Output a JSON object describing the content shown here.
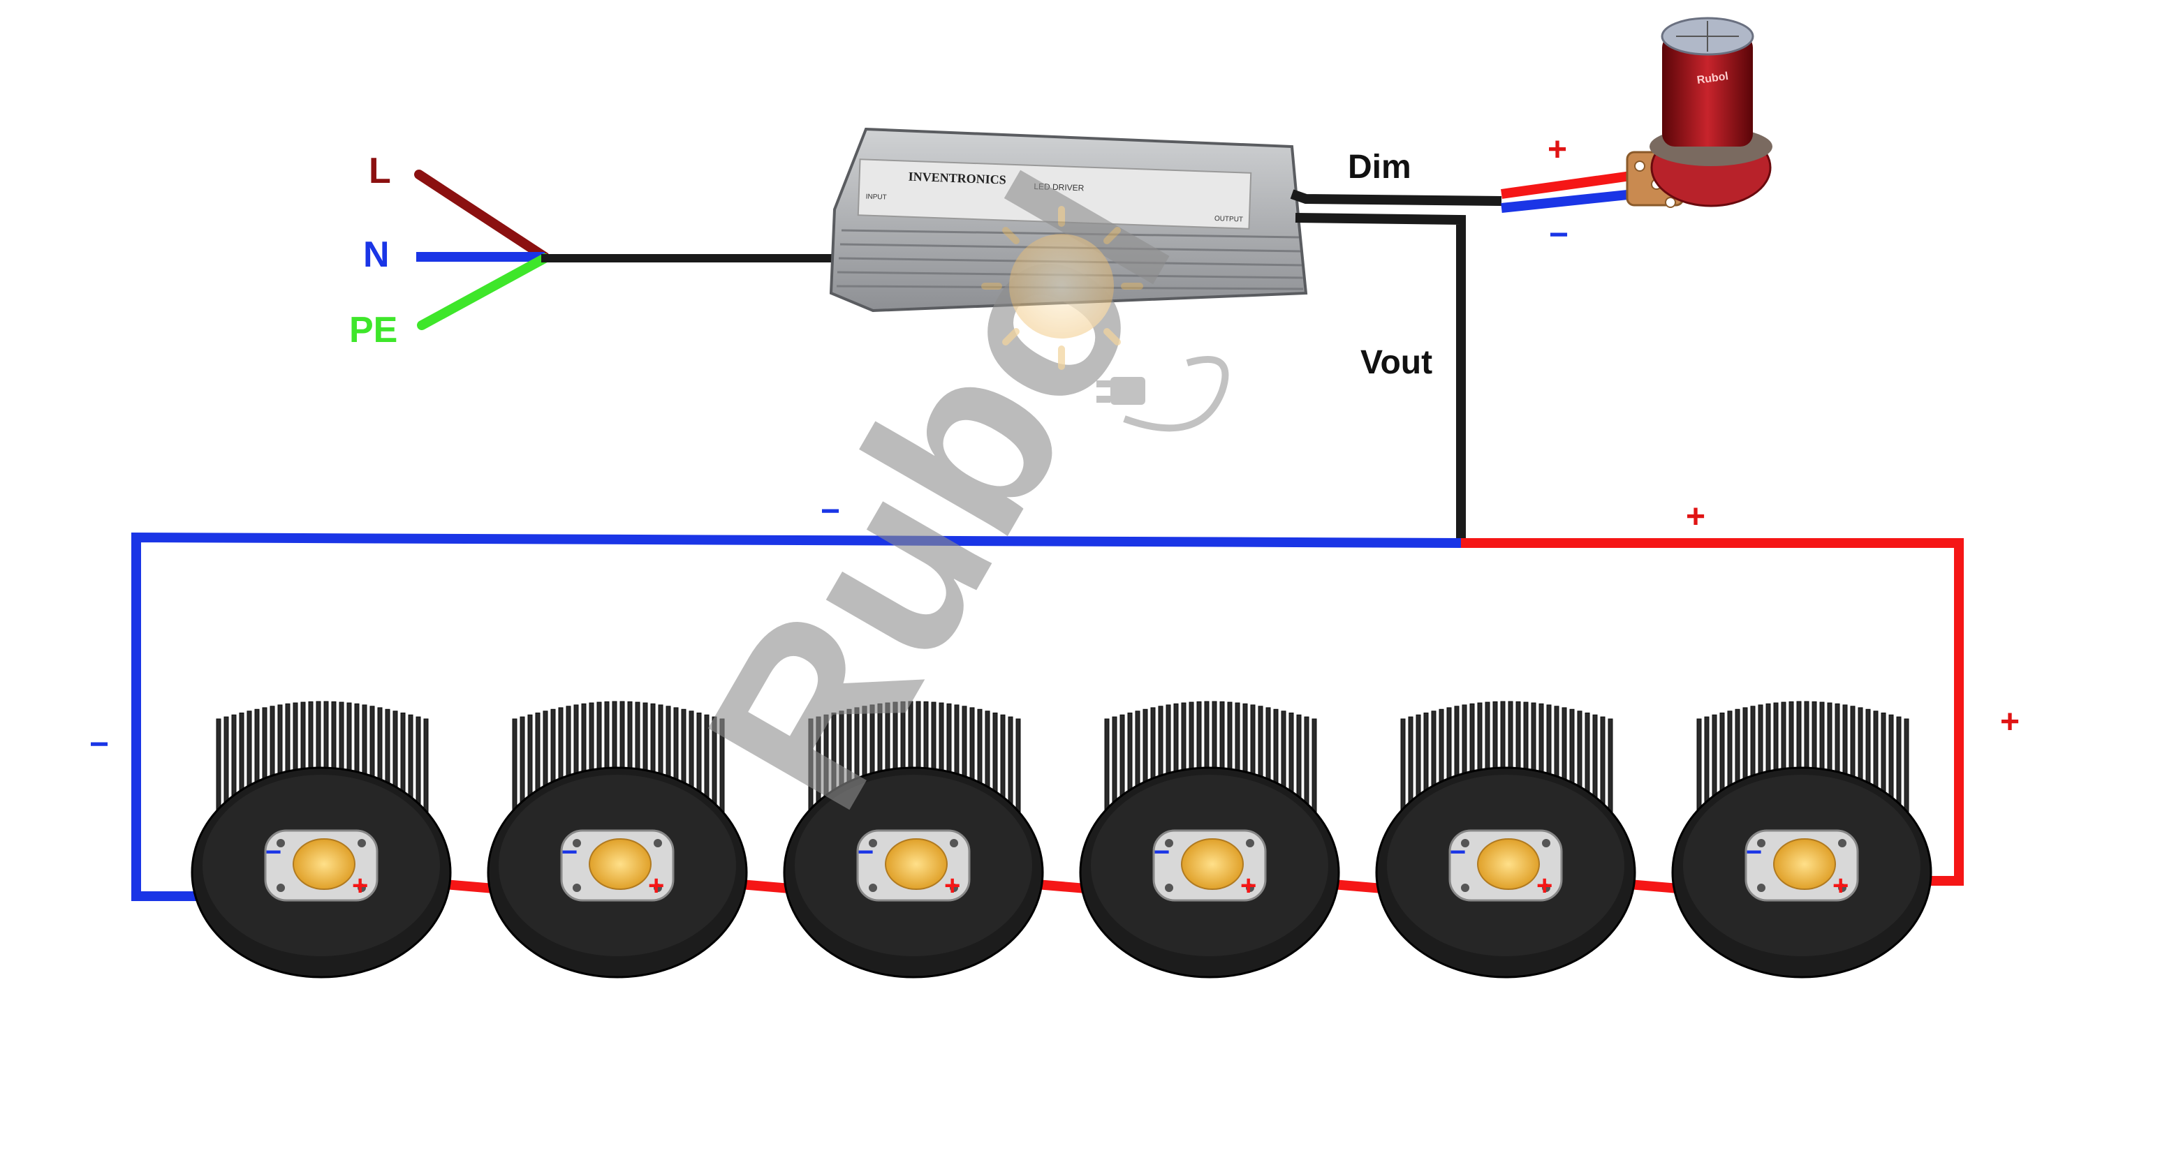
{
  "labels": {
    "live": "L",
    "neutral": "N",
    "earth": "PE",
    "dim": "Dim",
    "vout": "Vout",
    "plus": "+",
    "minus": "−"
  },
  "driver": {
    "brand": "INVENTRONICS",
    "type_label": "LED DRIVER",
    "input_label": "INPUT",
    "output_label": "OUTPUT"
  },
  "potentiometer": {
    "brand": "Rubol"
  },
  "watermark": {
    "text": "Rubol"
  },
  "colors": {
    "live": "#8b1010",
    "neutral": "#1a35e6",
    "earth": "#3ee62a",
    "positive": "#f51616",
    "negative": "#1a35e6",
    "cable": "#1a1a1a",
    "heatsink": "#1c1c1c",
    "cob": "#f0c040",
    "driver_body": "#a8aaad",
    "knob": "#a01018"
  },
  "modules": [
    {
      "id": 1
    },
    {
      "id": 2
    },
    {
      "id": 3
    },
    {
      "id": 4
    },
    {
      "id": 5
    },
    {
      "id": 6
    }
  ]
}
